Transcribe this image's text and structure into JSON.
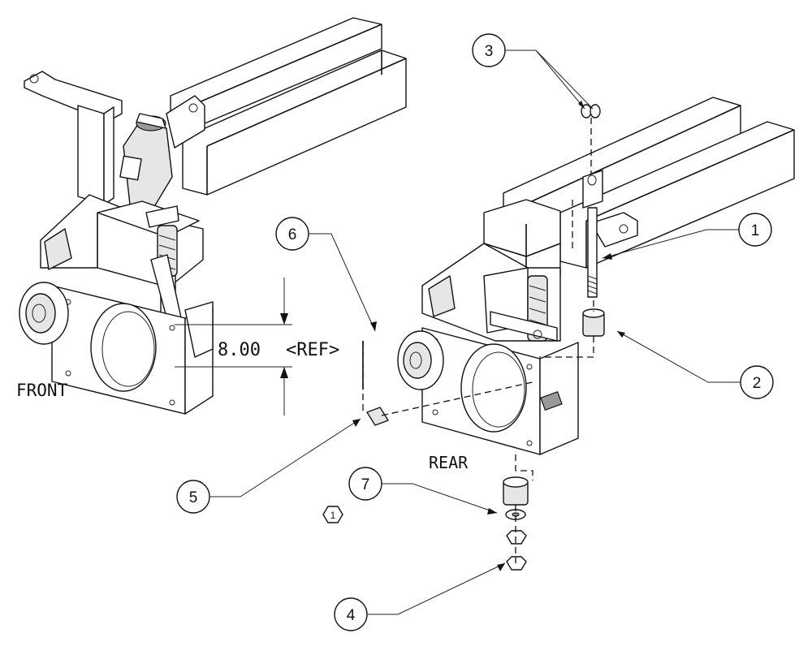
{
  "view_labels": {
    "front": "FRONT",
    "rear": "REAR"
  },
  "dimension": {
    "value": "8.00",
    "suffix": "<REF>"
  },
  "note_flag": "1",
  "callouts": {
    "c1": "1",
    "c2": "2",
    "c3": "3",
    "c4": "4",
    "c5": "5",
    "c6": "6",
    "c7": "7"
  }
}
